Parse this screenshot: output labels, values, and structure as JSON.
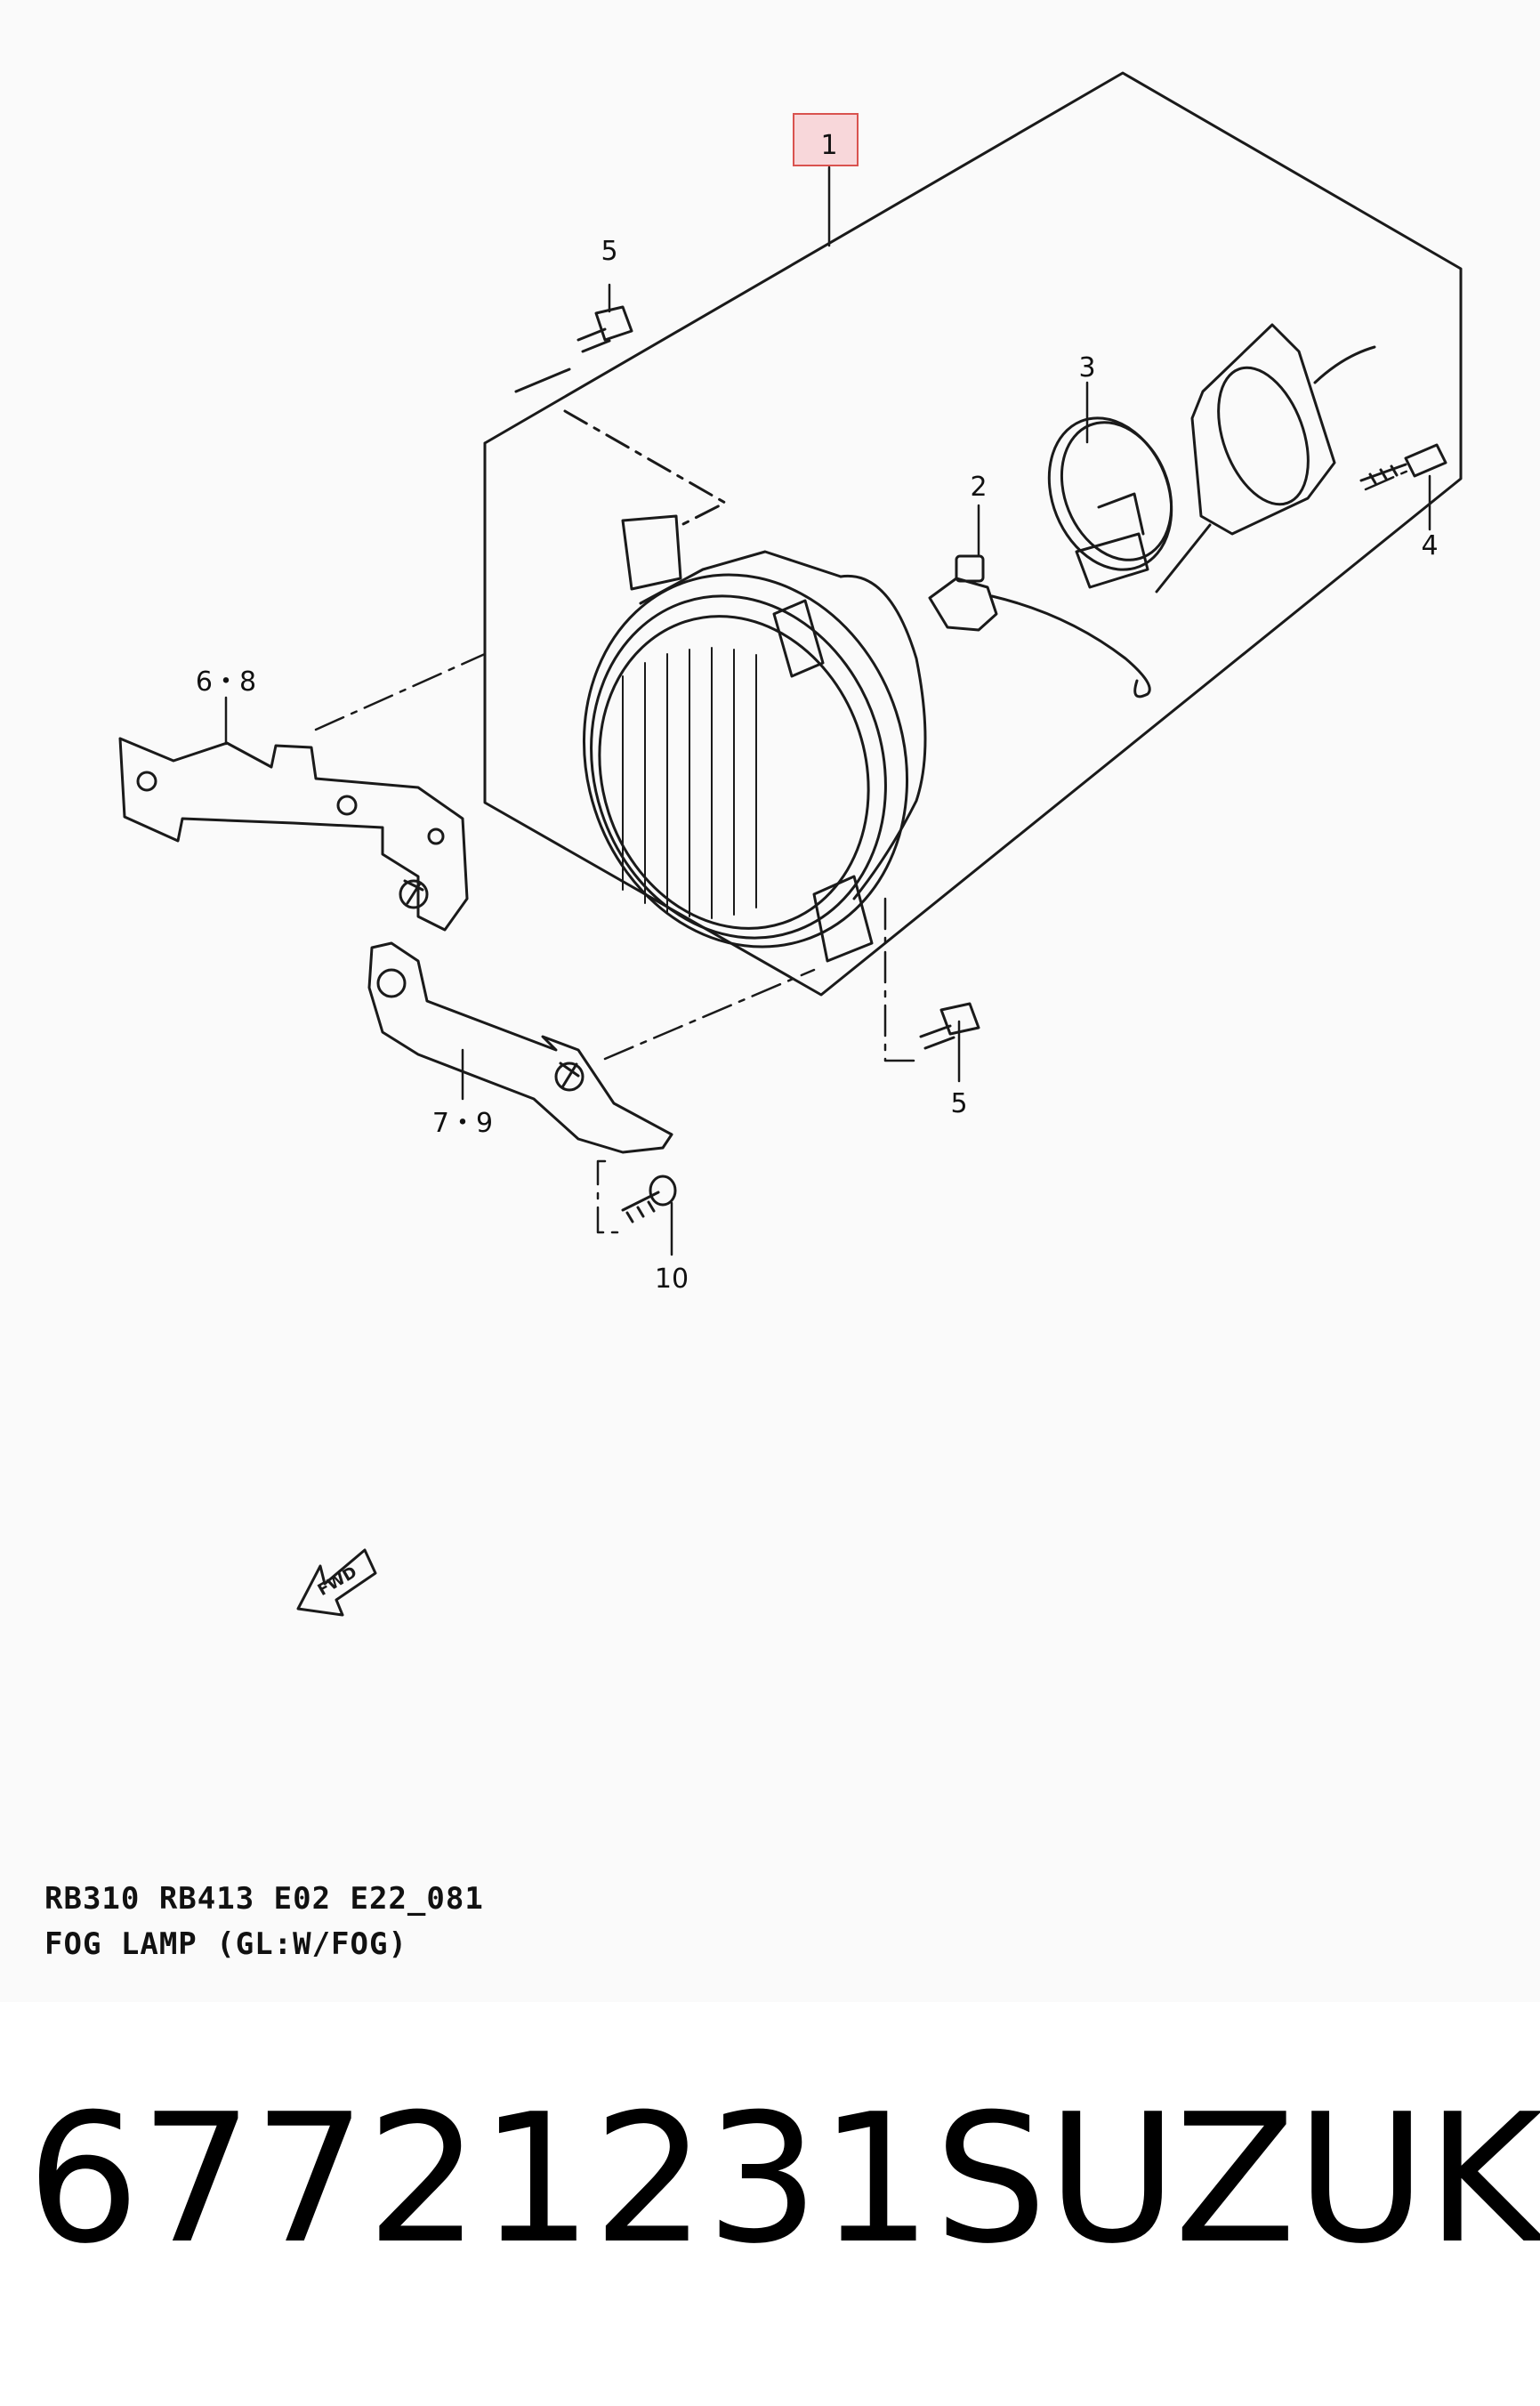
{
  "diagram": {
    "callouts": {
      "c1": "1",
      "c2": "2",
      "c3": "3",
      "c4": "4",
      "c5a": "5",
      "c5b": "5",
      "c68": "6・8",
      "c79": "7・9",
      "c10": "10"
    },
    "fwd_label": "FWD",
    "caption_code": "RB310 RB413 E02 E22_081",
    "caption_title": "FOG LAMP (GL:W/FOG)"
  },
  "footer": {
    "part_number": "67721231",
    "brand": "SUZUKI"
  },
  "colors": {
    "line": "#1a1a1a",
    "highlight_border": "#d9534f",
    "highlight_fill": "#f8d7da"
  }
}
